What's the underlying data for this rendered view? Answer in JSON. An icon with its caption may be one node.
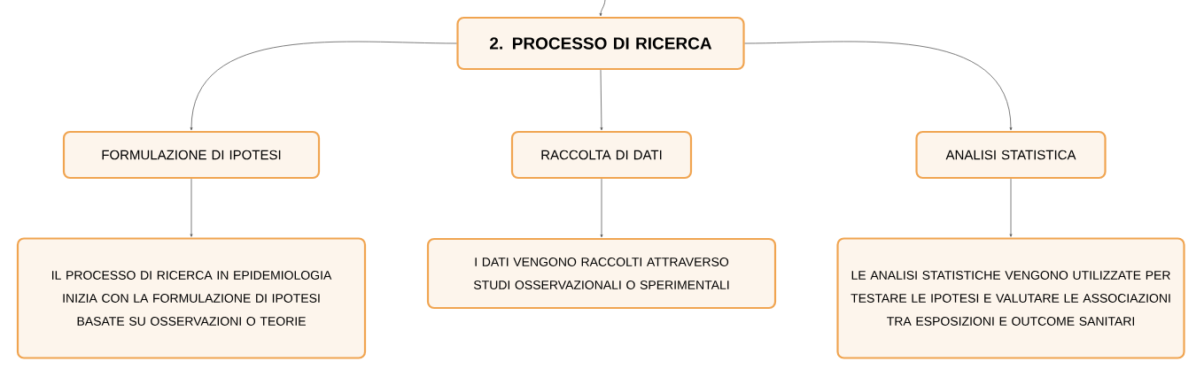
{
  "diagram": {
    "nodes": [
      {
        "text": [
          "2. PROCESSO DI RICERCA"
        ]
      },
      {
        "text": [
          "FORMULAZIONE DI IPOTESI"
        ]
      },
      {
        "text": [
          "RACCOLTA DI DATI"
        ]
      },
      {
        "text": [
          "ANALISI STATISTICA"
        ]
      },
      {
        "text": [
          "IL PROCESSO DI RICERCA IN EPIDEMIOLOGIA INIZIA CON LA FORMULAZIONE DI IPOTESI BASATE SU OSSERVAZIONI O TEORIE"
        ]
      },
      {
        "text": [
          "I DATI VENGONO RACCOLTI ATTRAVERSO STUDI OSSERVAZIONALI O SPERIMENTALI"
        ]
      },
      {
        "text": [
          "LE ANALISI STATISTICHE VENGONO UTILIZZATE PER TESTARE LE IPOTESI E VALUTARE LE ASSOCIAZIONI TRA ESPOSIZIONI E OUTCOME SANITARI"
        ]
      }
    ],
    "edges": [
      {
        "from": null,
        "to": 0,
        "arrow": "to"
      },
      {
        "from": 0,
        "to": 1,
        "arrow": "to"
      },
      {
        "from": 0,
        "to": 2,
        "arrow": "to"
      },
      {
        "from": 0,
        "to": 3,
        "arrow": "to"
      },
      {
        "from": 1,
        "to": 4,
        "arrow": "to"
      },
      {
        "from": 2,
        "to": 5,
        "arrow": "to"
      },
      {
        "from": 3,
        "to": 6,
        "arrow": "to"
      }
    ]
  }
}
